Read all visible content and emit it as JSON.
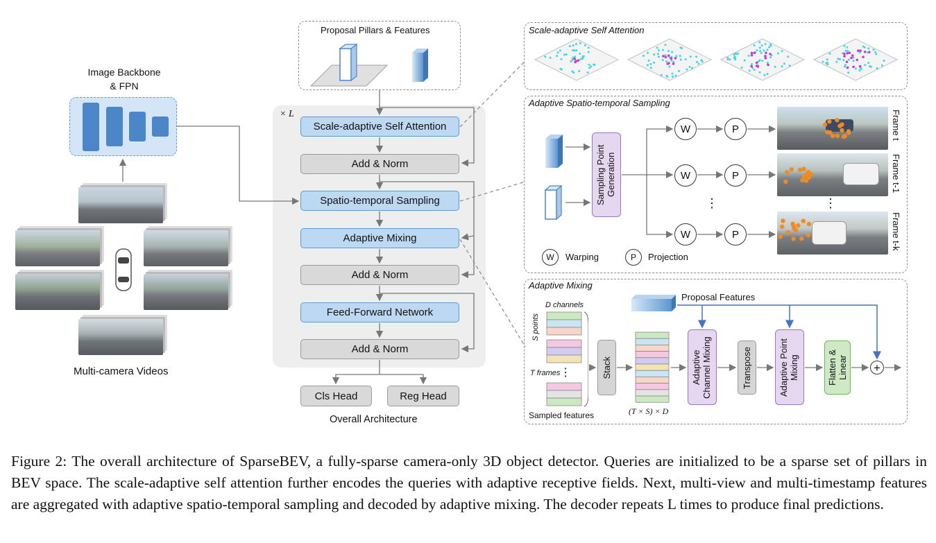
{
  "left": {
    "backbone_title_line1": "Image Backbone",
    "backbone_title_line2": "& FPN",
    "multicam_label": "Multi-camera Videos"
  },
  "proposal": {
    "title": "Proposal Pillars & Features"
  },
  "decoder": {
    "repeat_label": "× L",
    "blocks": {
      "ssa": "Scale-adaptive Self Attention",
      "addnorm1": "Add & Norm",
      "sts": "Spatio-temporal Sampling",
      "mix": "Adaptive Mixing",
      "addnorm2": "Add & Norm",
      "ffn": "Feed-Forward Network",
      "addnorm3": "Add & Norm"
    },
    "cls_head": "Cls Head",
    "reg_head": "Reg Head",
    "overall_label": "Overall Architecture"
  },
  "ssa_panel": {
    "title": "Scale-adaptive Self Attention"
  },
  "sampling_panel": {
    "title": "Adaptive Spatio-temporal Sampling",
    "generation_label": "Sampling Point Generation",
    "warp_symbol": "W",
    "proj_symbol": "P",
    "dots": "⋮",
    "legend_warping": "Warping",
    "legend_projection": "Projection",
    "frames": [
      "Frame t",
      "Frame t-1",
      "Frame t-k"
    ]
  },
  "mixing_panel": {
    "title": "Adaptive Mixing",
    "proposal_features": "Proposal Features",
    "d_channels": "D channels",
    "s_points": "S points",
    "t_frames": "T frames",
    "dots": "⋮",
    "sampled_features": "Sampled features",
    "stack": "Stack",
    "stack_dims": "(T × S) × D",
    "channel_mixing": "Adaptive Channel Mixing",
    "transpose": "Transpose",
    "point_mixing": "Adaptive Point Mixing",
    "flatten_linear": "Flatten & Linear",
    "plus": "+"
  },
  "caption": "Figure 2: The overall architecture of SparseBEV, a fully-sparse camera-only 3D object detector. Queries are initialized to be a sparse set of pillars in BEV space. The scale-adaptive self attention further encodes the queries with adaptive receptive fields. Next, multi-view and multi-timestamp features are aggregated with adaptive spatio-temporal sampling and decoded by adaptive mixing. The decoder repeats L times to produce final predictions.",
  "colors": {
    "blue_block": "#bcd8f2",
    "gray_block": "#d9d9d9",
    "purple_block": "#e6d7f0",
    "green_block": "#cfe9c4",
    "arrow_blue": "#4472c4"
  }
}
